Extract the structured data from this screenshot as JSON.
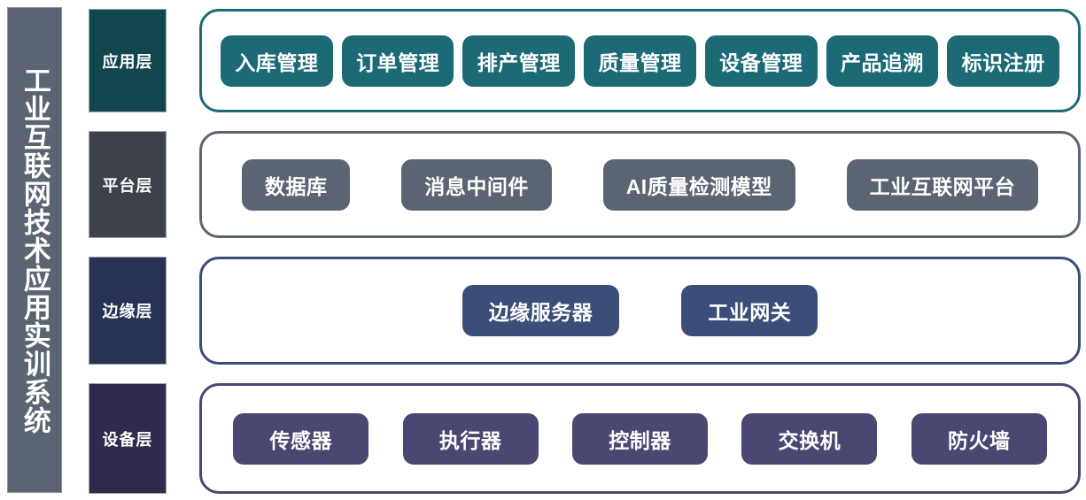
{
  "title": {
    "text": "工业互联网技术应用实训系统",
    "background_color": "#5a6472"
  },
  "layers": [
    {
      "id": "application",
      "badge_label": "应用层",
      "badge_color": "#12464f",
      "accent_color": "#1d6a77",
      "items": [
        "入库管理",
        "订单管理",
        "排产管理",
        "质量管理",
        "设备管理",
        "产品追溯",
        "标识注册"
      ]
    },
    {
      "id": "platform",
      "badge_label": "平台层",
      "badge_color": "#3e434b",
      "accent_color": "#5a6472",
      "items": [
        "数据库",
        "消息中间件",
        "AI质量检测模型",
        "工业互联网平台"
      ]
    },
    {
      "id": "edge",
      "badge_label": "边缘层",
      "badge_color": "#283353",
      "accent_color": "#3d4d7a",
      "items": [
        "边缘服务器",
        "工业网关"
      ]
    },
    {
      "id": "device",
      "badge_label": "设备层",
      "badge_color": "#2e2c4a",
      "accent_color": "#4a4773",
      "items": [
        "传感器",
        "执行器",
        "控制器",
        "交换机",
        "防火墙"
      ]
    }
  ]
}
